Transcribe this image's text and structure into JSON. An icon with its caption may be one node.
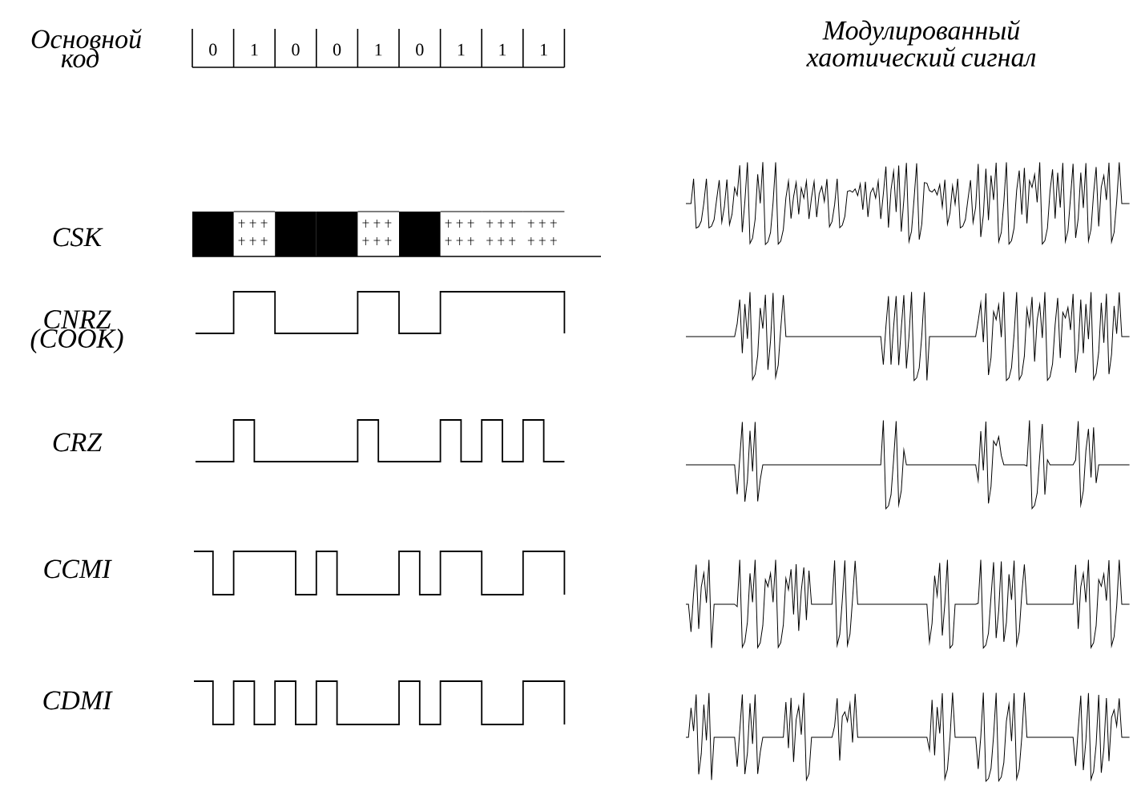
{
  "diagram": {
    "labels": [
      "Основной код",
      "0",
      "1",
      "0",
      "0",
      "1",
      "0",
      "1",
      "1",
      "1",
      "Модулированный хаотический сигнал",
      "CSK",
      "CNRZ (COOK)",
      "CRZ",
      "CCMI",
      "CDMI"
    ]
  }
}
